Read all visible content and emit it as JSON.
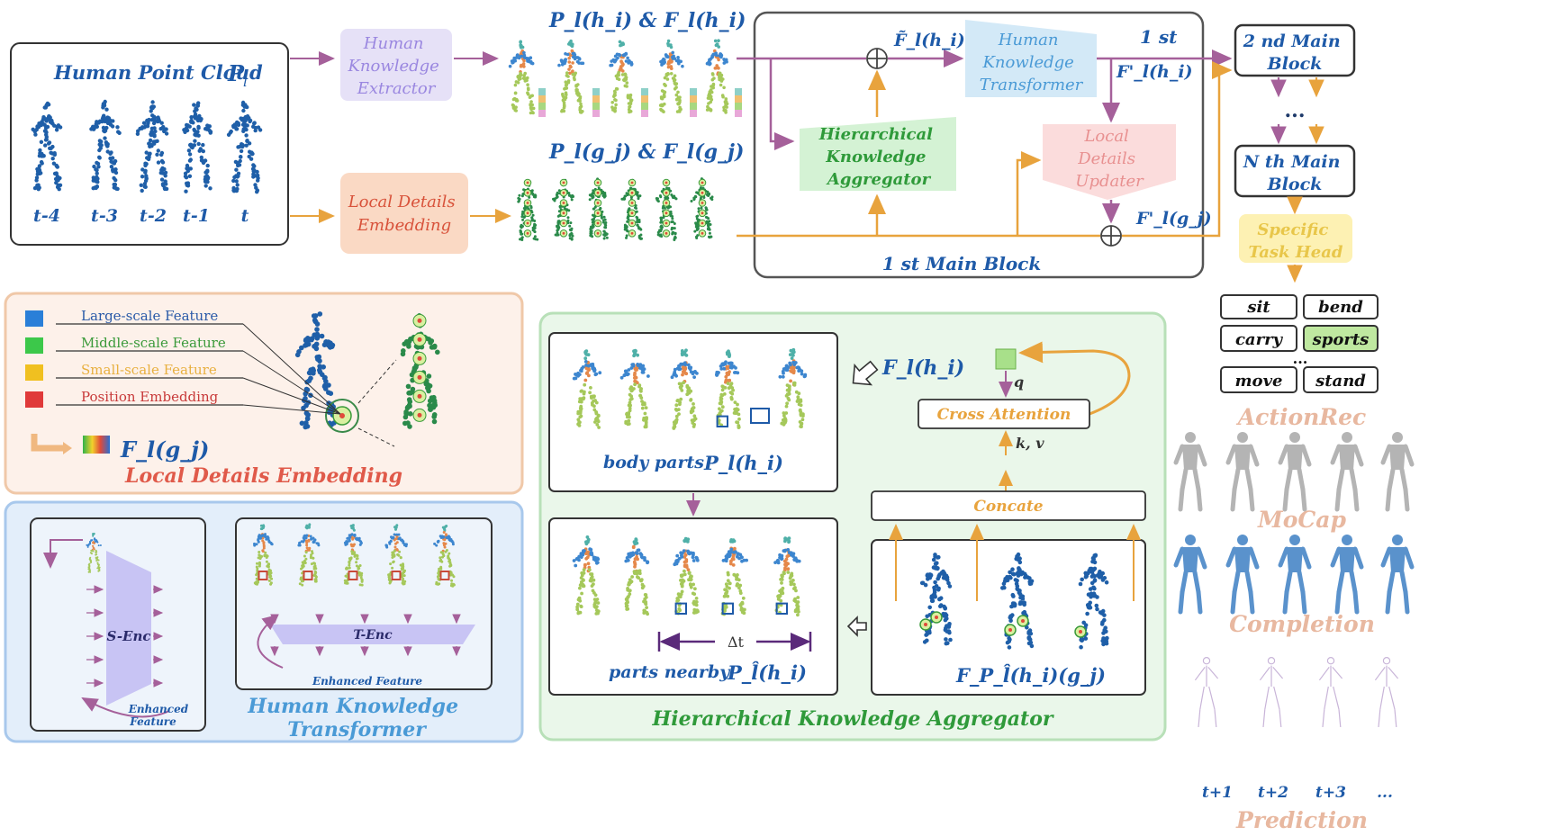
{
  "top": {
    "point_cloud_title": "Human Point Cloud",
    "point_cloud_symbol": "P",
    "point_cloud_sub": "l",
    "frames": [
      "t-4",
      "t-3",
      "t-2",
      "t-1",
      "t"
    ],
    "hke_label": [
      "Human",
      "Knowledge",
      "Extractor"
    ],
    "lde_label": [
      "Local Details",
      "Embedding"
    ],
    "eq_top": "P_l(h_i) & F_l(h_i)",
    "eq_bottom": "P_l(g_j) & F_l(g_j)"
  },
  "main_block": {
    "f_tilde": "F̃_l(h_i)",
    "hkt_label": [
      "Human",
      "Knowledge",
      "Transformer"
    ],
    "first_tag": "1 st",
    "f_prime_h": "F'_l(h_i)",
    "hka_label": [
      "Hierarchical",
      "Knowledge",
      "Aggregator"
    ],
    "ldu_label": [
      "Local",
      "Details",
      "Updater"
    ],
    "f_prime_g": "F'_l(g_j)",
    "title": "1 st Main Block"
  },
  "right": {
    "block2": [
      "2 nd Main",
      "Block"
    ],
    "dots": "...",
    "blockN": [
      "N th Main",
      "Block"
    ],
    "head": [
      "Specific",
      "Task Head"
    ],
    "actions": [
      "sit",
      "bend",
      "carry",
      "sports",
      "...",
      "move",
      "stand"
    ],
    "actionrec": "ActionRec",
    "mocap": "MoCap",
    "completion": "Completion",
    "prediction": "Prediction",
    "pred_frames": [
      "t+1",
      "t+2",
      "t+3",
      "..."
    ]
  },
  "lde_panel": {
    "legend": [
      "Large-scale Feature",
      "Middle-scale Feature",
      "Small-scale Feature",
      "Position Embedding"
    ],
    "feature": "F_l(g_j)",
    "title": "Local Details Embedding"
  },
  "hkt_panel": {
    "s_enc": "S-Enc",
    "t_enc": "T-Enc",
    "enhanced": "Enhanced Feature",
    "enhanced_small": [
      "Enhanced",
      "Feature"
    ],
    "title": [
      "Human Knowledge",
      "Transformer"
    ]
  },
  "hka_panel": {
    "body_parts": "body parts",
    "body_parts_sym": "P_l(h_i)",
    "parts_nearby": "parts nearby",
    "parts_nearby_sym": "P_l̂(h_i)",
    "delta_t": "Δt",
    "feature_out": "F_l(h_i)",
    "q": "q",
    "kv": "k, v",
    "cross_attention": "Cross Attention",
    "concate": "Concate",
    "feature_group": "F_P_l̂(h_i)(g_j)",
    "title": "Hierarchical Knowledge Aggregator"
  },
  "colors": {
    "purple": "#a5609a",
    "orange": "#e8a33d",
    "blue_text": "#1e5aa8",
    "hke_bg": "#e6e1f7",
    "lde_bg": "#fad9c4",
    "hkt_bg": "#d3e9f7",
    "hka_bg": "#d4f2d4",
    "ldu_bg": "#fbdcdc",
    "head_bg": "#fdf1b3"
  }
}
